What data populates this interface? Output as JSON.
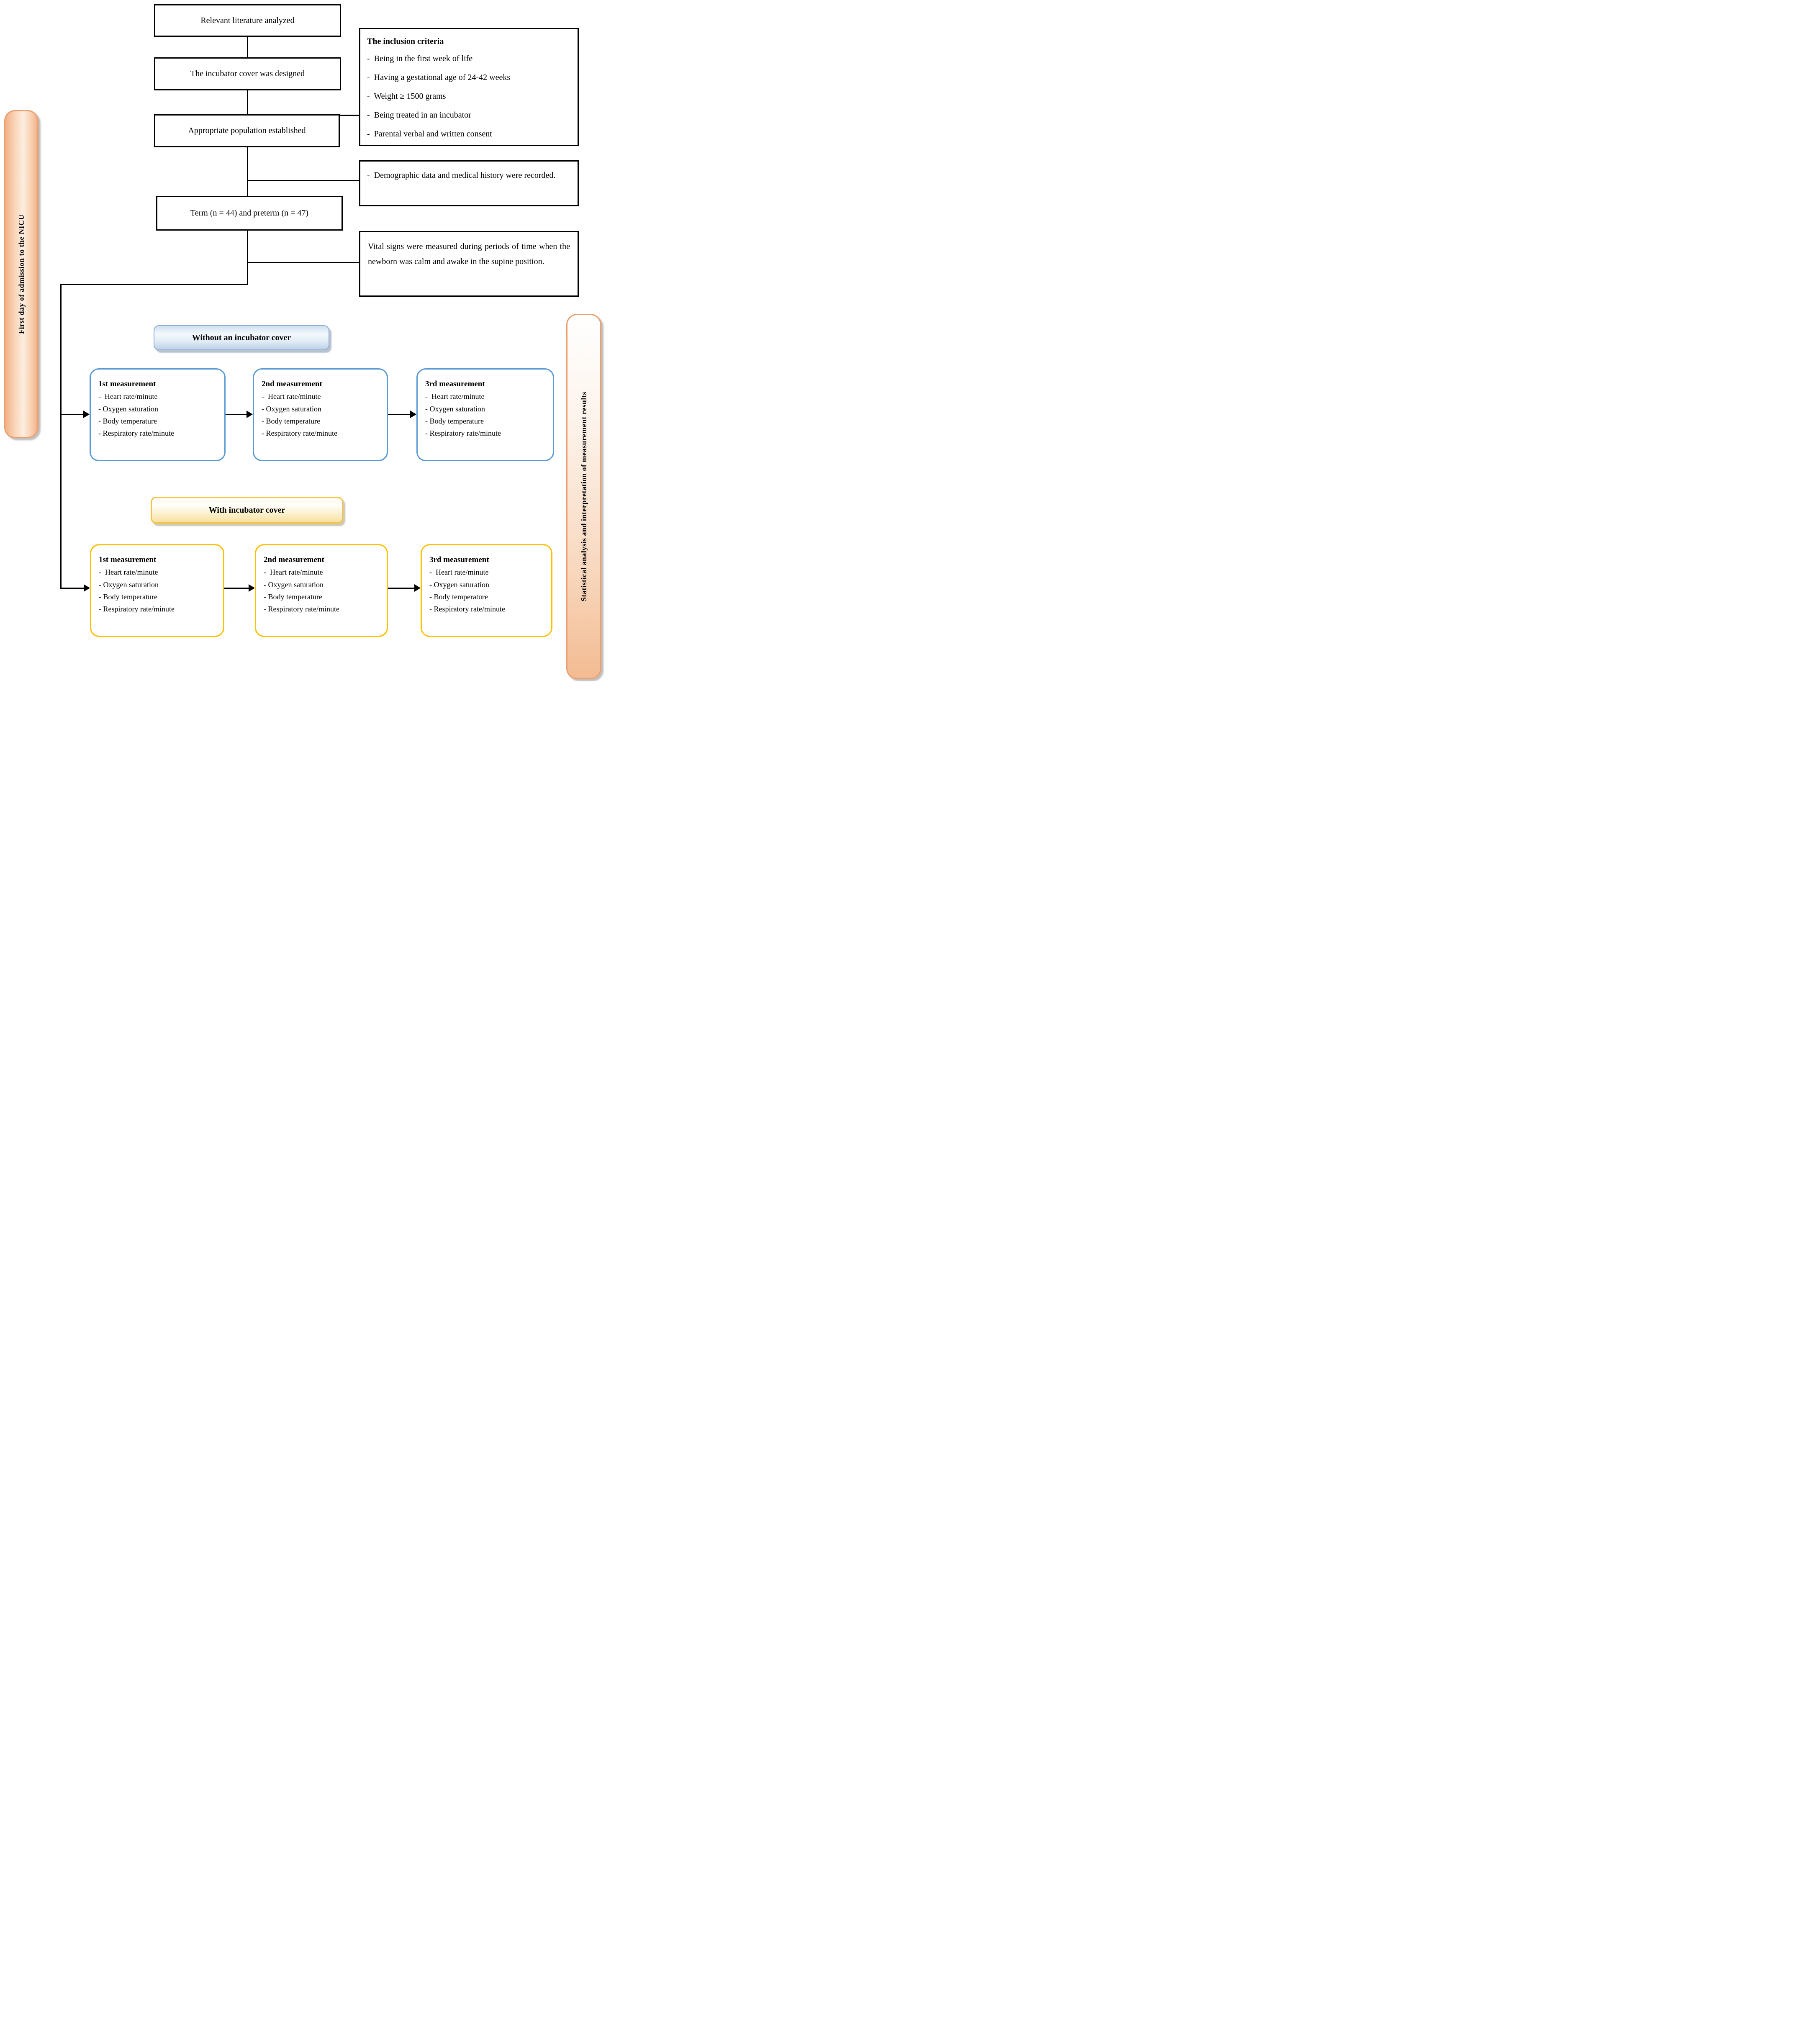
{
  "flow": {
    "literature": "Relevant literature analyzed",
    "cover_designed": "The incubator cover was designed",
    "population": "Appropriate population established",
    "term_preterm": "Term (n = 44) and preterm (n = 47)"
  },
  "notes": {
    "inclusion": {
      "title": "The inclusion criteria",
      "items": [
        "-  Being in the first week of life",
        "-  Having a gestational age of 24-42 weeks",
        "-  Weight ≥ 1500 grams",
        "-  Being treated in an incubator",
        "-  Parental verbal and written consent"
      ]
    },
    "demographic": {
      "text": "-  Demographic data and medical history were recorded."
    },
    "vital": {
      "text": "Vital signs were measured during periods of time when the newborn was calm and awake in the supine position."
    }
  },
  "bars": {
    "left": "First day of admission to the NICU",
    "right": "Statistical analysis and interpretation of measurement results"
  },
  "phases": [
    {
      "label": "Without an incubator cover",
      "theme": "blue",
      "measurements": [
        {
          "title": "1st measurement",
          "items": [
            "-  Heart rate/minute",
            "- Oxygen saturation",
            "- Body temperature",
            "- Respiratory rate/minute"
          ]
        },
        {
          "title": "2nd measurement",
          "items": [
            "-  Heart rate/minute",
            "- Oxygen saturation",
            "- Body temperature",
            "- Respiratory rate/minute"
          ]
        },
        {
          "title": "3rd measurement",
          "items": [
            "-  Heart rate/minute",
            "- Oxygen saturation",
            "- Body temperature",
            "- Respiratory rate/minute"
          ]
        }
      ]
    },
    {
      "label": "With incubator cover",
      "theme": "yellow",
      "measurements": [
        {
          "title": "1st measurement",
          "items": [
            "-  Heart rate/minute",
            "- Oxygen saturation",
            "- Body temperature",
            "- Respiratory rate/minute"
          ]
        },
        {
          "title": "2nd measurement",
          "items": [
            "-  Heart rate/minute",
            "- Oxygen saturation",
            "- Body temperature",
            "- Respiratory rate/minute"
          ]
        },
        {
          "title": "3rd measurement",
          "items": [
            "-  Heart rate/minute",
            "- Oxygen saturation",
            "- Body temperature",
            "- Respiratory rate/minute"
          ]
        }
      ]
    }
  ],
  "colors": {
    "accent_blue": "#5B9BD5",
    "accent_yellow": "#FFC000",
    "accent_orange": "#EC9F70",
    "line": "#000000"
  }
}
